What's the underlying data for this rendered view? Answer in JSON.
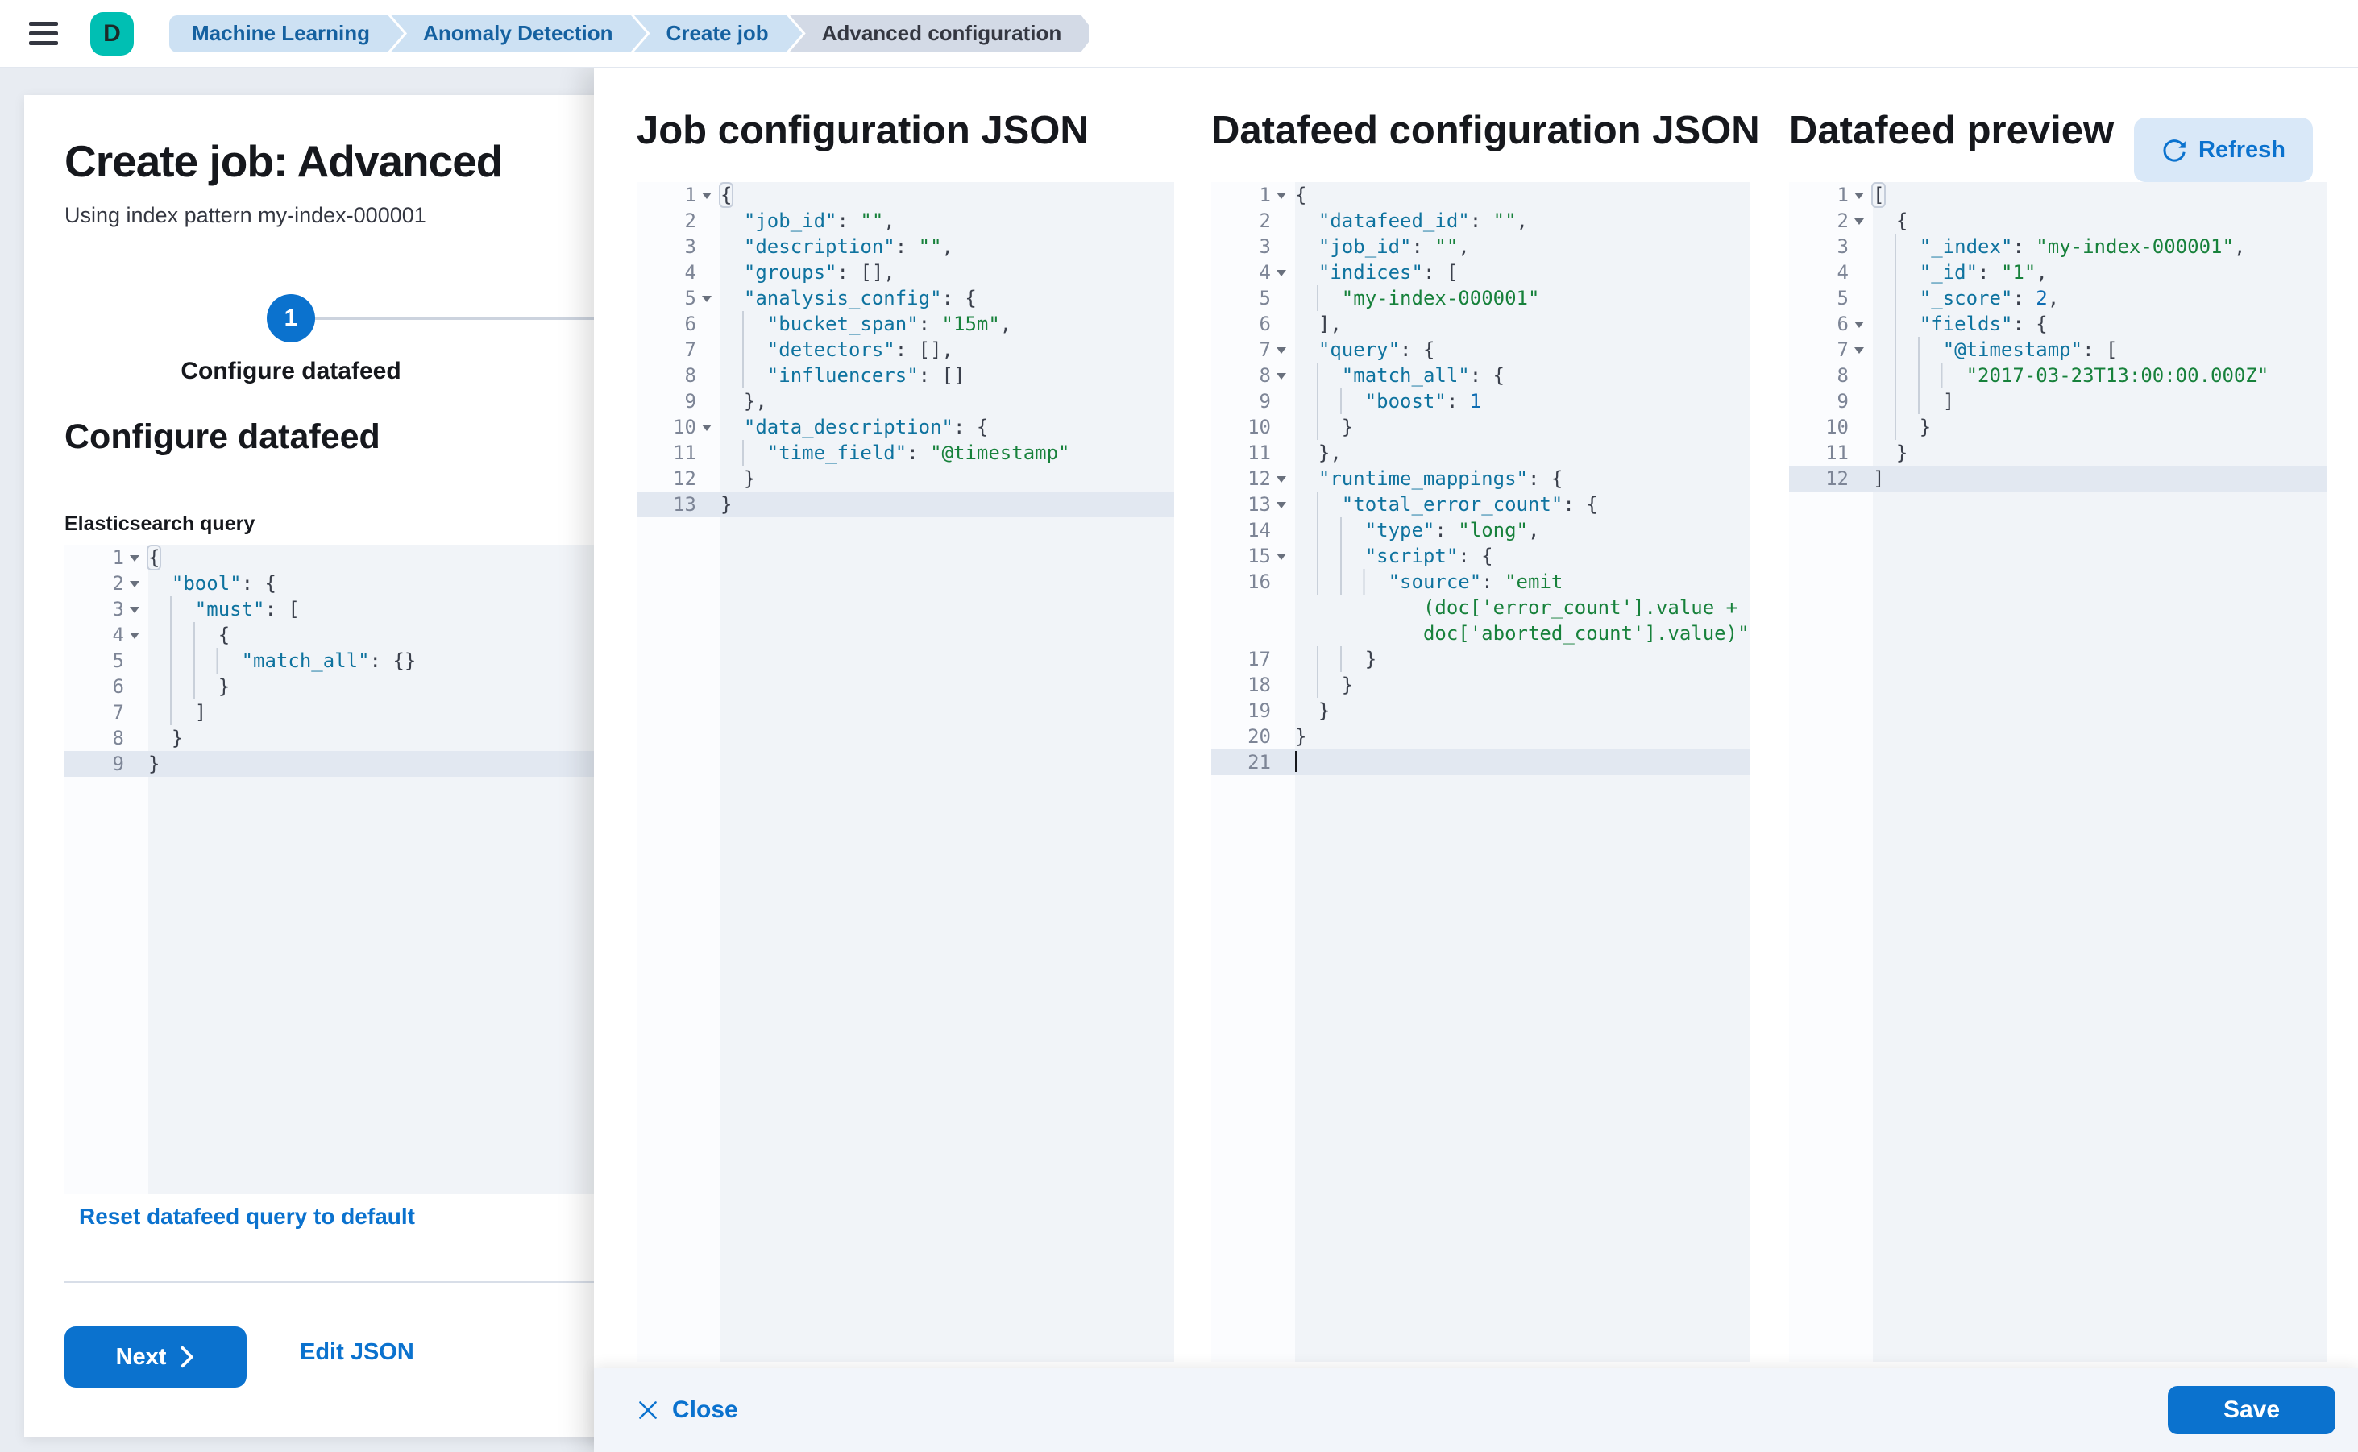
{
  "topbar": {
    "avatar": "D",
    "breadcrumbs": [
      {
        "label": "Machine Learning"
      },
      {
        "label": "Anomaly Detection"
      },
      {
        "label": "Create job"
      },
      {
        "label": "Advanced configuration"
      }
    ]
  },
  "left_panel": {
    "title": "Create job: Advanced",
    "subtitle": "Using index pattern my-index-000001",
    "step_number": "1",
    "step_label": "Configure datafeed",
    "section_heading": "Configure datafeed",
    "query_label": "Elasticsearch query",
    "reset_link": "Reset datafeed query to default",
    "next_button": "Next",
    "edit_json_link": "Edit JSON"
  },
  "flyout": {
    "job_title": "Job configuration JSON",
    "datafeed_title": "Datafeed configuration JSON",
    "preview_title": "Datafeed preview",
    "refresh_button": "Refresh"
  },
  "footer": {
    "close_label": "Close",
    "save_label": "Save"
  },
  "icons": {
    "menu": "hamburger-menu",
    "refresh": "refresh-circular-arrow",
    "close": "x-cross",
    "next_chevron": "chevron-right"
  },
  "editors": {
    "query": {
      "rows": [
        {
          "n": "1",
          "fold": true,
          "box": true,
          "seg": [
            [
              "p",
              "{"
            ]
          ]
        },
        {
          "n": "2",
          "fold": true,
          "ind": 2,
          "seg": [
            [
              "k",
              "\"bool\""
            ],
            [
              "p",
              ": {"
            ]
          ]
        },
        {
          "n": "3",
          "fold": true,
          "ind": 4,
          "seg": [
            [
              "k",
              "\"must\""
            ],
            [
              "p",
              ": ["
            ]
          ]
        },
        {
          "n": "4",
          "fold": true,
          "ind": 6,
          "seg": [
            [
              "p",
              "{"
            ]
          ]
        },
        {
          "n": "5",
          "ind": 8,
          "seg": [
            [
              "k",
              "\"match_all\""
            ],
            [
              "p",
              ": {}"
            ]
          ]
        },
        {
          "n": "6",
          "ind": 6,
          "seg": [
            [
              "p",
              "}"
            ]
          ]
        },
        {
          "n": "7",
          "ind": 4,
          "seg": [
            [
              "p",
              "]"
            ]
          ]
        },
        {
          "n": "8",
          "ind": 2,
          "seg": [
            [
              "p",
              "}"
            ]
          ]
        },
        {
          "n": "9",
          "hl": true,
          "seg": [
            [
              "p",
              "}"
            ]
          ]
        }
      ]
    },
    "job": {
      "rows": [
        {
          "n": "1",
          "fold": true,
          "box": true,
          "seg": [
            [
              "p",
              "{"
            ]
          ]
        },
        {
          "n": "2",
          "ind": 2,
          "seg": [
            [
              "k",
              "\"job_id\""
            ],
            [
              "p",
              ": "
            ],
            [
              "s",
              "\"\""
            ],
            [
              "p",
              ","
            ]
          ]
        },
        {
          "n": "3",
          "ind": 2,
          "seg": [
            [
              "k",
              "\"description\""
            ],
            [
              "p",
              ": "
            ],
            [
              "s",
              "\"\""
            ],
            [
              "p",
              ","
            ]
          ]
        },
        {
          "n": "4",
          "ind": 2,
          "seg": [
            [
              "k",
              "\"groups\""
            ],
            [
              "p",
              ": [],"
            ]
          ]
        },
        {
          "n": "5",
          "fold": true,
          "ind": 2,
          "seg": [
            [
              "k",
              "\"analysis_config\""
            ],
            [
              "p",
              ": {"
            ]
          ]
        },
        {
          "n": "6",
          "ind": 4,
          "seg": [
            [
              "k",
              "\"bucket_span\""
            ],
            [
              "p",
              ": "
            ],
            [
              "s",
              "\"15m\""
            ],
            [
              "p",
              ","
            ]
          ]
        },
        {
          "n": "7",
          "ind": 4,
          "seg": [
            [
              "k",
              "\"detectors\""
            ],
            [
              "p",
              ": [],"
            ]
          ]
        },
        {
          "n": "8",
          "ind": 4,
          "seg": [
            [
              "k",
              "\"influencers\""
            ],
            [
              "p",
              ": []"
            ]
          ]
        },
        {
          "n": "9",
          "ind": 2,
          "seg": [
            [
              "p",
              "},"
            ]
          ]
        },
        {
          "n": "10",
          "fold": true,
          "ind": 2,
          "seg": [
            [
              "k",
              "\"data_description\""
            ],
            [
              "p",
              ": {"
            ]
          ]
        },
        {
          "n": "11",
          "ind": 4,
          "seg": [
            [
              "k",
              "\"time_field\""
            ],
            [
              "p",
              ": "
            ],
            [
              "s",
              "\"@timestamp\""
            ]
          ]
        },
        {
          "n": "12",
          "ind": 2,
          "seg": [
            [
              "p",
              "}"
            ]
          ]
        },
        {
          "n": "13",
          "hl": true,
          "seg": [
            [
              "p",
              "}"
            ]
          ]
        }
      ]
    },
    "datafeed": {
      "rows": [
        {
          "n": "1",
          "fold": true,
          "seg": [
            [
              "p",
              "{"
            ]
          ]
        },
        {
          "n": "2",
          "ind": 2,
          "seg": [
            [
              "k",
              "\"datafeed_id\""
            ],
            [
              "p",
              ": "
            ],
            [
              "s",
              "\"\""
            ],
            [
              "p",
              ","
            ]
          ]
        },
        {
          "n": "3",
          "ind": 2,
          "seg": [
            [
              "k",
              "\"job_id\""
            ],
            [
              "p",
              ": "
            ],
            [
              "s",
              "\"\""
            ],
            [
              "p",
              ","
            ]
          ]
        },
        {
          "n": "4",
          "fold": true,
          "ind": 2,
          "seg": [
            [
              "k",
              "\"indices\""
            ],
            [
              "p",
              ": ["
            ]
          ]
        },
        {
          "n": "5",
          "ind": 4,
          "seg": [
            [
              "s",
              "\"my-index-000001\""
            ]
          ]
        },
        {
          "n": "6",
          "ind": 2,
          "seg": [
            [
              "p",
              "],"
            ]
          ]
        },
        {
          "n": "7",
          "fold": true,
          "ind": 2,
          "seg": [
            [
              "k",
              "\"query\""
            ],
            [
              "p",
              ": {"
            ]
          ]
        },
        {
          "n": "8",
          "fold": true,
          "ind": 4,
          "seg": [
            [
              "k",
              "\"match_all\""
            ],
            [
              "p",
              ": {"
            ]
          ]
        },
        {
          "n": "9",
          "ind": 6,
          "seg": [
            [
              "k",
              "\"boost\""
            ],
            [
              "p",
              ": "
            ],
            [
              "n2",
              "1"
            ]
          ]
        },
        {
          "n": "10",
          "ind": 4,
          "seg": [
            [
              "p",
              "}"
            ]
          ]
        },
        {
          "n": "11",
          "ind": 2,
          "seg": [
            [
              "p",
              "},"
            ]
          ]
        },
        {
          "n": "12",
          "fold": true,
          "ind": 2,
          "seg": [
            [
              "k",
              "\"runtime_mappings\""
            ],
            [
              "p",
              ": {"
            ]
          ]
        },
        {
          "n": "13",
          "fold": true,
          "ind": 4,
          "seg": [
            [
              "k",
              "\"total_error_count\""
            ],
            [
              "p",
              ": {"
            ]
          ]
        },
        {
          "n": "14",
          "ind": 6,
          "seg": [
            [
              "k",
              "\"type\""
            ],
            [
              "p",
              ": "
            ],
            [
              "s",
              "\"long\""
            ],
            [
              "p",
              ","
            ]
          ]
        },
        {
          "n": "15",
          "fold": true,
          "ind": 6,
          "seg": [
            [
              "k",
              "\"script\""
            ],
            [
              "p",
              ": {"
            ]
          ]
        },
        {
          "n": "16",
          "ind": 8,
          "seg": [
            [
              "k",
              "\"source\""
            ],
            [
              "p",
              ": "
            ],
            [
              "s",
              "\"emit"
            ]
          ]
        },
        {
          "n": "",
          "ind": 11,
          "ng": true,
          "seg": [
            [
              "s",
              "(doc['error_count'].value +"
            ]
          ]
        },
        {
          "n": "",
          "ind": 11,
          "ng": true,
          "seg": [
            [
              "s",
              "doc['aborted_count'].value)\""
            ]
          ]
        },
        {
          "n": "17",
          "ind": 6,
          "seg": [
            [
              "p",
              "}"
            ]
          ]
        },
        {
          "n": "18",
          "ind": 4,
          "seg": [
            [
              "p",
              "}"
            ]
          ]
        },
        {
          "n": "19",
          "ind": 2,
          "seg": [
            [
              "p",
              "}"
            ]
          ]
        },
        {
          "n": "20",
          "seg": [
            [
              "p",
              "}"
            ]
          ]
        },
        {
          "n": "21",
          "hl": true,
          "cur": true,
          "seg": []
        }
      ]
    },
    "preview": {
      "rows": [
        {
          "n": "1",
          "fold": true,
          "box": true,
          "seg": [
            [
              "p",
              "["
            ]
          ]
        },
        {
          "n": "2",
          "fold": true,
          "ind": 2,
          "seg": [
            [
              "p",
              "{"
            ]
          ]
        },
        {
          "n": "3",
          "ind": 4,
          "seg": [
            [
              "k",
              "\"_index\""
            ],
            [
              "p",
              ": "
            ],
            [
              "s",
              "\"my-index-000001\""
            ],
            [
              "p",
              ","
            ]
          ]
        },
        {
          "n": "4",
          "ind": 4,
          "seg": [
            [
              "k",
              "\"_id\""
            ],
            [
              "p",
              ": "
            ],
            [
              "s",
              "\"1\""
            ],
            [
              "p",
              ","
            ]
          ]
        },
        {
          "n": "5",
          "ind": 4,
          "seg": [
            [
              "k",
              "\"_score\""
            ],
            [
              "p",
              ": "
            ],
            [
              "n2",
              "2"
            ],
            [
              "p",
              ","
            ]
          ]
        },
        {
          "n": "6",
          "fold": true,
          "ind": 4,
          "seg": [
            [
              "k",
              "\"fields\""
            ],
            [
              "p",
              ": {"
            ]
          ]
        },
        {
          "n": "7",
          "fold": true,
          "ind": 6,
          "seg": [
            [
              "k",
              "\"@timestamp\""
            ],
            [
              "p",
              ": ["
            ]
          ]
        },
        {
          "n": "8",
          "ind": 8,
          "seg": [
            [
              "s",
              "\"2017-03-23T13:00:00.000Z\""
            ]
          ]
        },
        {
          "n": "9",
          "ind": 6,
          "seg": [
            [
              "p",
              "]"
            ]
          ]
        },
        {
          "n": "10",
          "ind": 4,
          "seg": [
            [
              "p",
              "}"
            ]
          ]
        },
        {
          "n": "11",
          "ind": 2,
          "seg": [
            [
              "p",
              "}"
            ]
          ]
        },
        {
          "n": "12",
          "hl": true,
          "seg": [
            [
              "p",
              "]"
            ]
          ]
        }
      ]
    }
  },
  "colors": {
    "accent": "#0b72ce",
    "accent_light": "#d9e8f8",
    "breadcrumb_bg": "#cde1f3",
    "breadcrumb_text": "#1561a0",
    "breadcrumb_last_bg": "#d3dae6",
    "breadcrumb_last_text": "#343741",
    "avatar_bg": "#00bfb3",
    "page_bg": "#e8ecf2",
    "heading": "#16181d",
    "subtext": "#343741",
    "code_key": "#0f739f",
    "code_string": "#17813b",
    "code_number": "#0e6cb2",
    "code_punct": "#3b404c",
    "gutter_bg": "#fbfcfe",
    "content_bg": "#f1f4f8",
    "line_highlight": "#e2e8f1",
    "guide": "#c9d0da",
    "gutter_num": "#7d8596",
    "footer_bg": "#f2f5fa"
  }
}
